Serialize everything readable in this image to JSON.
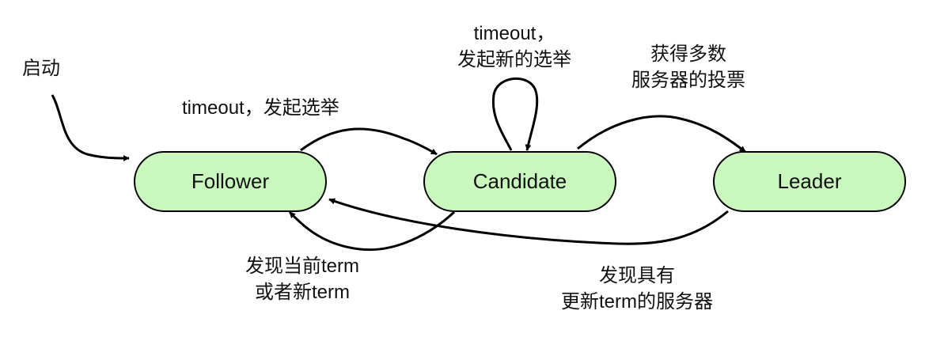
{
  "colors": {
    "node_fill": "#c9f7bd",
    "stroke": "#000000",
    "text": "#111111"
  },
  "nodes": {
    "follower": "Follower",
    "candidate": "Candidate",
    "leader": "Leader"
  },
  "labels": {
    "start": "启动",
    "follower_to_candidate": "timeout，发起选举",
    "candidate_self_line1": "timeout，",
    "candidate_self_line2": "发起新的选举",
    "candidate_to_leader_line1": "获得多数",
    "candidate_to_leader_line2": "服务器的投票",
    "candidate_to_follower_line1": "发现当前term",
    "candidate_to_follower_line2": "或者新term",
    "leader_to_follower_line1": "发现具有",
    "leader_to_follower_line2": "更新term的服务器"
  }
}
